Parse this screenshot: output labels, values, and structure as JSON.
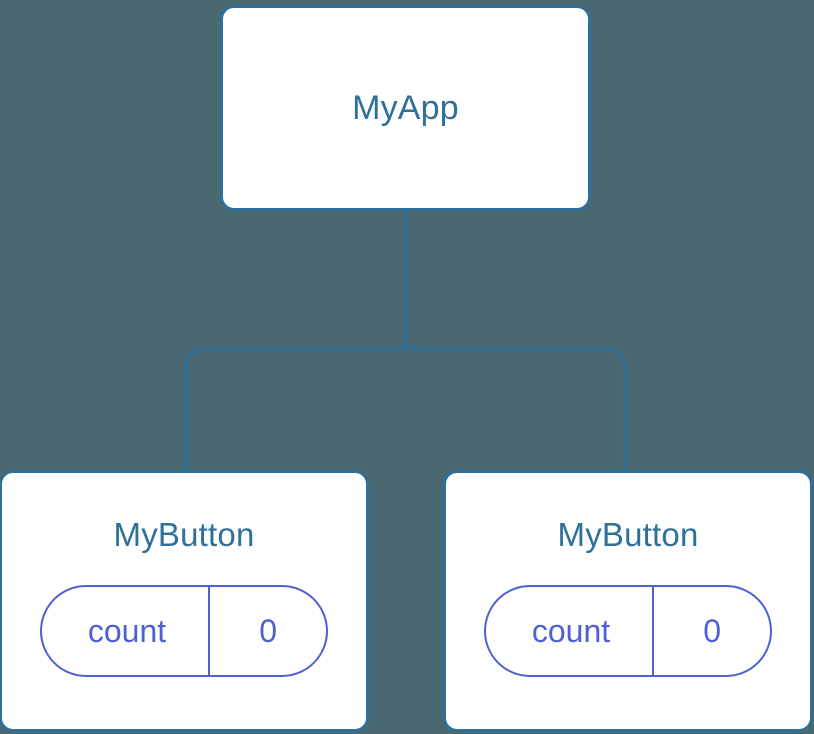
{
  "diagram": {
    "title": "component-tree",
    "background_color": "#4a6872",
    "node_fill_color": "#ffffff",
    "node_border_color": "#2e7099",
    "node_text_color": "#2e7099",
    "state_color": "#4f5fd4",
    "edge_color": "#2e7099"
  },
  "root": {
    "label": "MyApp"
  },
  "children": [
    {
      "label": "MyButton",
      "state": {
        "key": "count",
        "value": "0"
      }
    },
    {
      "label": "MyButton",
      "state": {
        "key": "count",
        "value": "0"
      }
    }
  ]
}
